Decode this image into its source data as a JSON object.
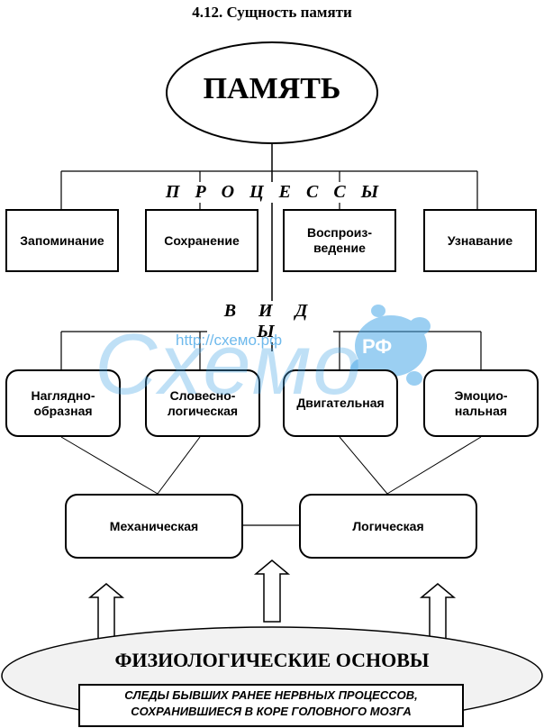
{
  "title": "4.12. Сущность памяти",
  "root": "ПАМЯТЬ",
  "processes_header": "П Р О Ц Е С С Ы",
  "processes": [
    "Запоминание",
    "Сохранение",
    "Воспроиз-\nведение",
    "Узнавание"
  ],
  "types_header": "В И Д Ы",
  "types": [
    "Наглядно-\nобразная",
    "Словесно-\nлогическая",
    "Двигательная",
    "Эмоцио-\nнальная"
  ],
  "kinds": [
    "Механическая",
    "Логическая"
  ],
  "basis_title": "ФИЗИОЛОГИЧЕСКИЕ ОСНОВЫ",
  "basis_text": "СЛЕДЫ БЫВШИХ РАНЕЕ НЕРВНЫХ ПРОЦЕССОВ,\nСОХРАНИВШИЕСЯ В КОРЕ ГОЛОВНОГО МОЗГА",
  "watermark": {
    "url": "http://схемо.рф",
    "brand": "Схемо",
    "badge": "РФ",
    "color": "#4aa8e8"
  }
}
